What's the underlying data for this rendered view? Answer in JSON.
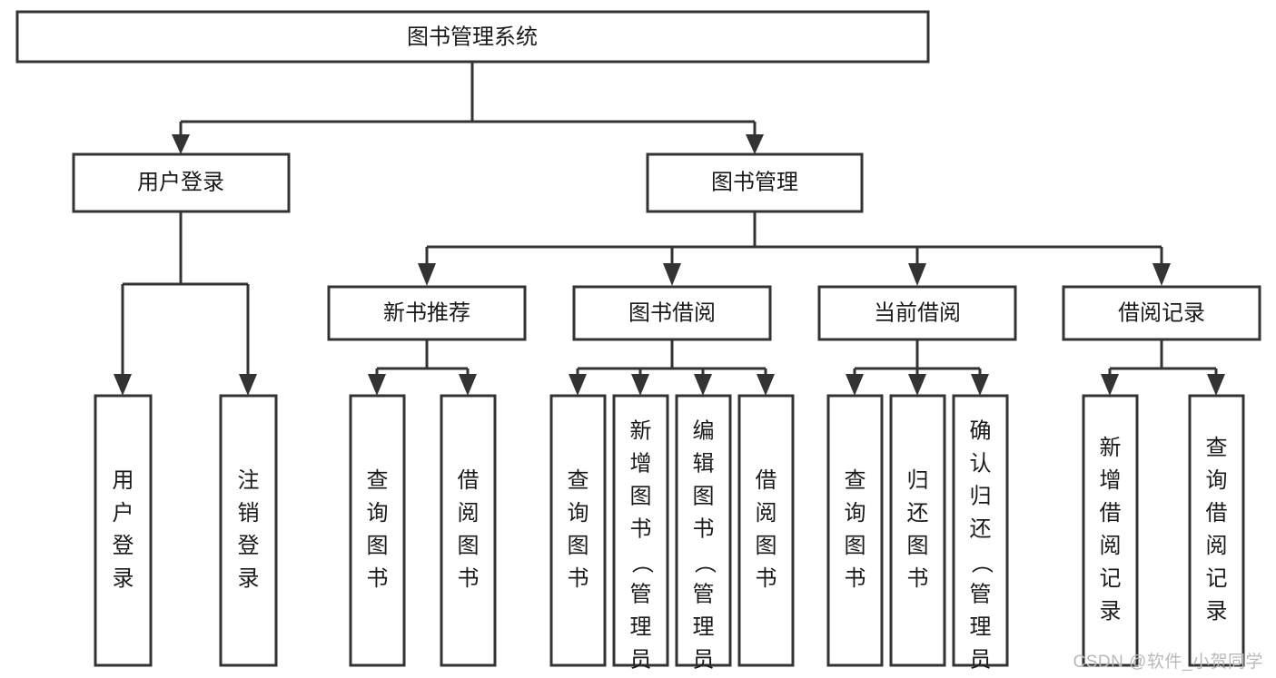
{
  "diagram": {
    "title": "图书管理系统",
    "type": "hierarchy-tree",
    "orientation": "top-down",
    "levels": 4,
    "colors": {
      "box_fill": "#ffffff",
      "box_stroke": "#333333",
      "text": "#1a1a1a",
      "watermark": "#b9b9b9",
      "background": "#ffffff"
    },
    "root": {
      "id": "root",
      "label": "图书管理系统",
      "orientation": "horizontal"
    },
    "level2": [
      {
        "id": "user-login",
        "label": "用户登录",
        "orientation": "horizontal"
      },
      {
        "id": "book-management",
        "label": "图书管理",
        "orientation": "horizontal"
      }
    ],
    "level3": [
      {
        "id": "new-book-recommend",
        "label": "新书推荐",
        "orientation": "horizontal",
        "parent": "book-management"
      },
      {
        "id": "book-borrow",
        "label": "图书借阅",
        "orientation": "horizontal",
        "parent": "book-management"
      },
      {
        "id": "current-borrow",
        "label": "当前借阅",
        "orientation": "horizontal",
        "parent": "book-management"
      },
      {
        "id": "borrow-record",
        "label": "借阅记录",
        "orientation": "horizontal",
        "parent": "book-management"
      }
    ],
    "leaves": [
      {
        "id": "leaf-user-login",
        "label": "用户登录",
        "orientation": "vertical",
        "parent": "user-login"
      },
      {
        "id": "leaf-logout-login",
        "label": "注销登录",
        "orientation": "vertical",
        "parent": "user-login"
      },
      {
        "id": "leaf-query-book-1",
        "label": "查询图书",
        "orientation": "vertical",
        "parent": "new-book-recommend"
      },
      {
        "id": "leaf-borrow-book-1",
        "label": "借阅图书",
        "orientation": "vertical",
        "parent": "new-book-recommend"
      },
      {
        "id": "leaf-query-book-2",
        "label": "查询图书",
        "orientation": "vertical",
        "parent": "book-borrow"
      },
      {
        "id": "leaf-add-book-admin",
        "label": "新增图书（管理员）",
        "orientation": "vertical",
        "parent": "book-borrow"
      },
      {
        "id": "leaf-edit-book-admin",
        "label": "编辑图书（管理员）",
        "orientation": "vertical",
        "parent": "book-borrow"
      },
      {
        "id": "leaf-borrow-book-2",
        "label": "借阅图书",
        "orientation": "vertical",
        "parent": "book-borrow"
      },
      {
        "id": "leaf-query-book-3",
        "label": "查询图书",
        "orientation": "vertical",
        "parent": "current-borrow"
      },
      {
        "id": "leaf-return-book",
        "label": "归还图书",
        "orientation": "vertical",
        "parent": "current-borrow"
      },
      {
        "id": "leaf-confirm-return-admin",
        "label": "确认归还（管理员）",
        "orientation": "vertical",
        "parent": "current-borrow"
      },
      {
        "id": "leaf-add-borrow-record",
        "label": "新增借阅记录",
        "orientation": "vertical",
        "parent": "borrow-record"
      },
      {
        "id": "leaf-query-borrow-record",
        "label": "查询借阅记录",
        "orientation": "vertical",
        "parent": "borrow-record"
      }
    ]
  },
  "watermark": {
    "text": "CSDN @软件_小贺同学"
  }
}
